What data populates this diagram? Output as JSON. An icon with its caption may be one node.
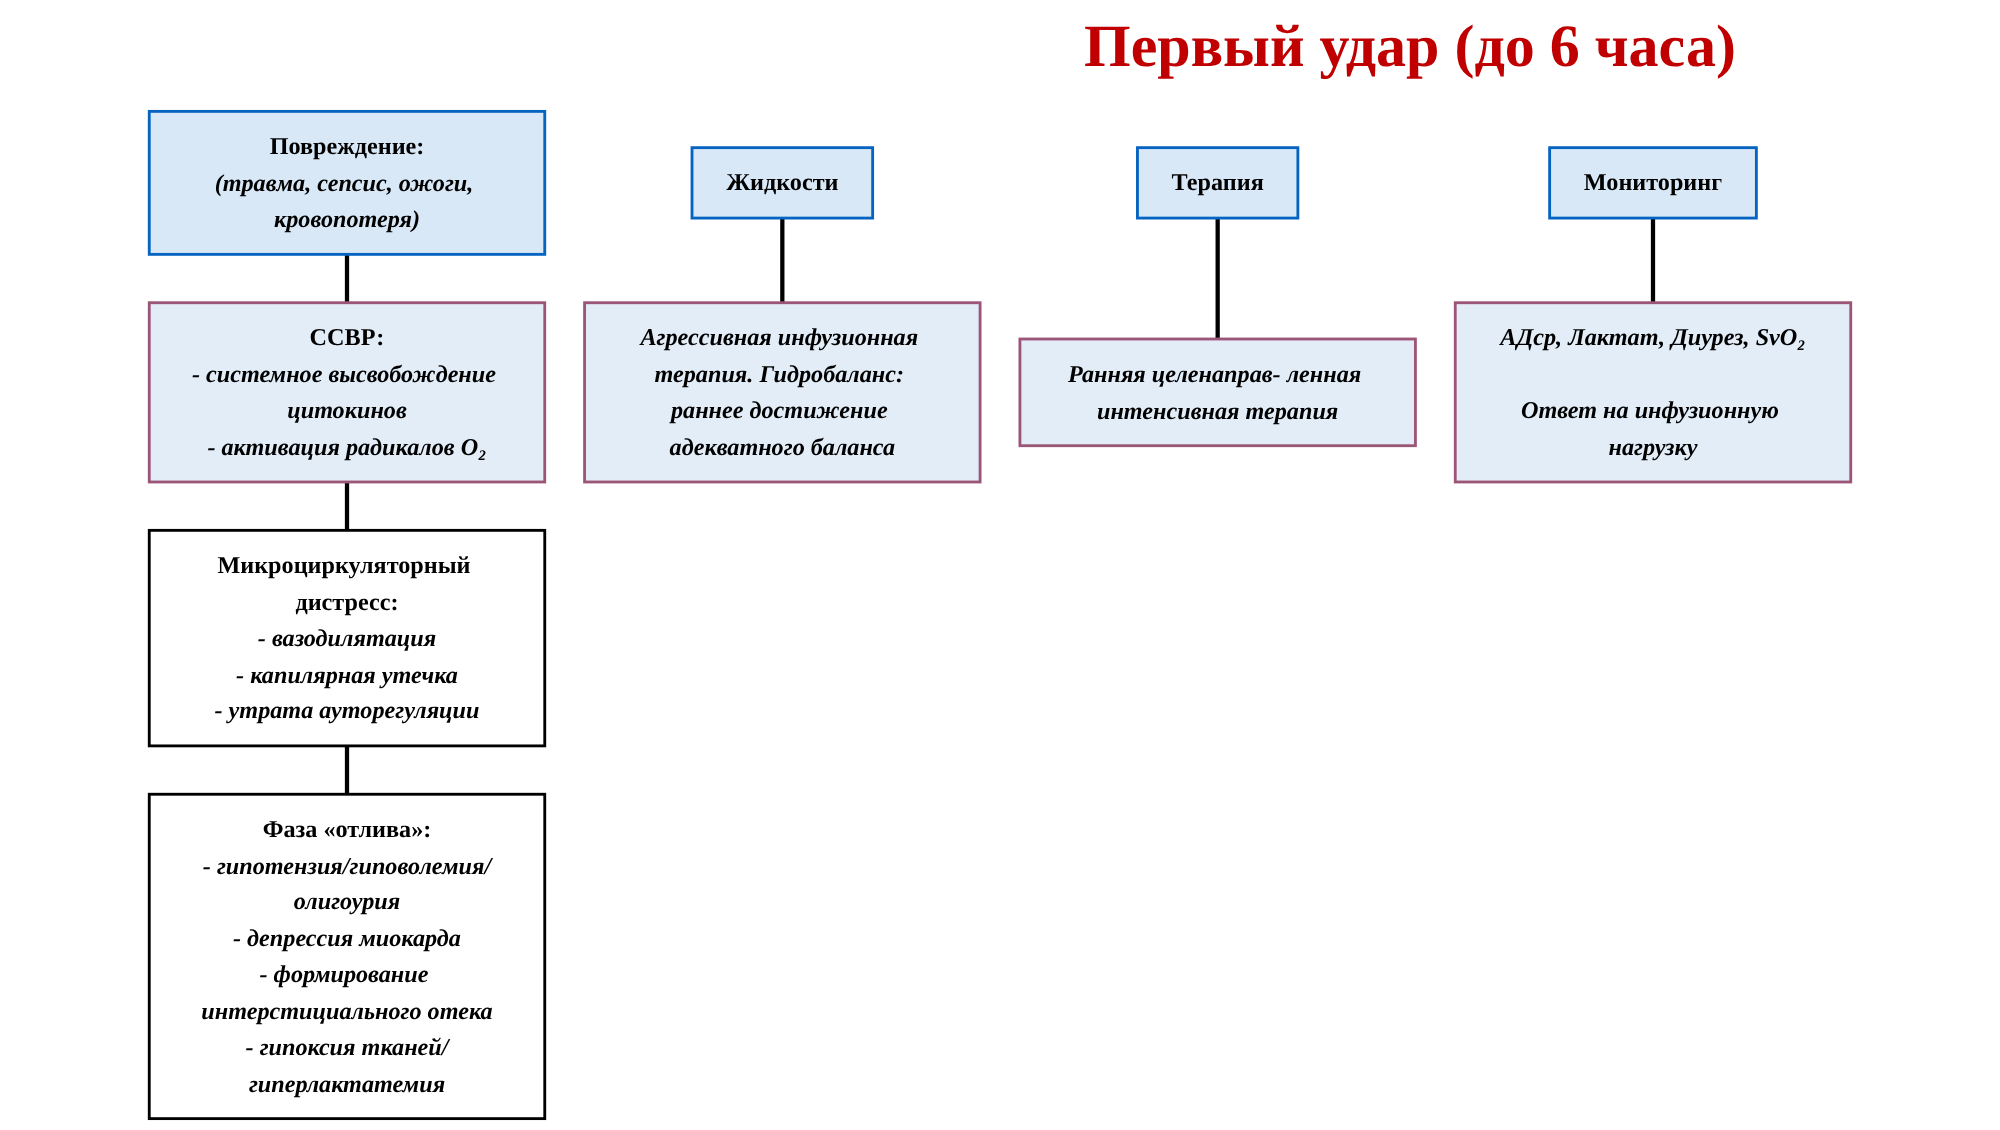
{
  "diagram": {
    "title": "Первый удар (до 6 часа)",
    "nodes": [
      {
        "text": [
          "Повреждение:",
          "(травма, сепсис, ожоги, кровопотеря)"
        ]
      },
      {
        "text": [
          "ССВР:",
          "- системное высвобождение цитокинов",
          "- активация радикалов O₂"
        ]
      },
      {
        "text": [
          "Микроциркуляторный дистресс:",
          "- вазодилятация",
          "- капилярная утечка",
          "- утрата ауторегуляции"
        ]
      },
      {
        "text": [
          "Фаза «отлива»:",
          "- гипотензия/гиповолемия/олигоурия",
          "- депрессия миокарда",
          "- формирование интерстициального отека",
          "- гипоксия тканей/гиперлактатемия"
        ]
      },
      {
        "text": [
          "Жидкости"
        ]
      },
      {
        "text": [
          "Терапия"
        ]
      },
      {
        "text": [
          "Мониторинг"
        ]
      },
      {
        "text": [
          "Агрессивная инфузионная терапия. Гидробаланс: раннее достижение адекватного баланса"
        ]
      },
      {
        "text": [
          "Ранняя целенаправ- ленная интенсивная терапия"
        ]
      },
      {
        "text": [
          "АДср, Лактат, Диурез, SvO₂",
          "Ответ на инфузионную нагрузку"
        ]
      }
    ],
    "edges": [
      {
        "from": 0,
        "to": 1,
        "arrow": "none"
      },
      {
        "from": 1,
        "to": 2,
        "arrow": "none"
      },
      {
        "from": 2,
        "to": 3,
        "arrow": "none"
      },
      {
        "from": 4,
        "to": 7,
        "arrow": "none"
      },
      {
        "from": 5,
        "to": 8,
        "arrow": "none"
      },
      {
        "from": 6,
        "to": 9,
        "arrow": "none"
      }
    ]
  }
}
